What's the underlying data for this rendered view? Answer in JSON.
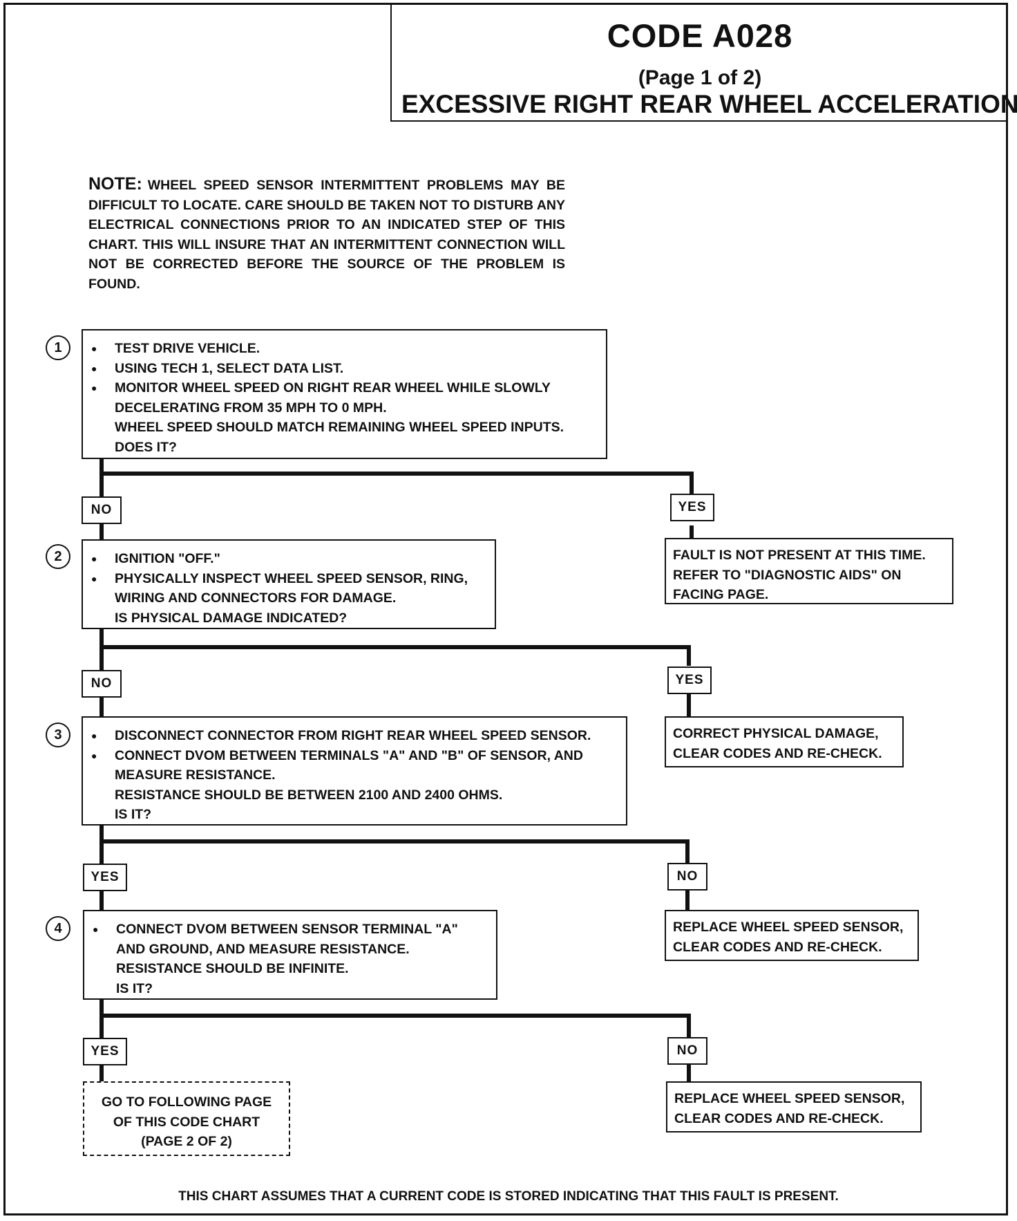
{
  "header": {
    "code": "CODE A028",
    "page": "(Page 1 of 2)",
    "title": "EXCESSIVE RIGHT REAR WHEEL ACCELERATION"
  },
  "note": {
    "label": "NOTE:",
    "text": "WHEEL SPEED SENSOR INTERMITTENT PROBLEMS MAY BE DIFFICULT TO LOCATE. CARE SHOULD BE TAKEN NOT TO DISTURB ANY ELECTRICAL CONNECTIONS PRIOR TO AN INDICATED STEP OF THIS CHART. THIS WILL INSURE THAT AN INTERMITTENT CONNECTION WILL NOT BE CORRECTED BEFORE THE SOURCE OF THE PROBLEM IS FOUND."
  },
  "steps": [
    {
      "number": "1",
      "bullets": [
        "TEST DRIVE VEHICLE.",
        "USING TECH 1, SELECT DATA LIST.",
        "MONITOR WHEEL SPEED ON RIGHT REAR WHEEL WHILE SLOWLY DECELERATING FROM 35 MPH TO 0 MPH."
      ],
      "question": [
        "WHEEL SPEED SHOULD MATCH REMAINING WHEEL SPEED INPUTS.",
        "DOES IT?"
      ],
      "left_branch": "NO",
      "right_branch": "YES",
      "right_result": [
        "FAULT IS NOT PRESENT AT THIS TIME.",
        "REFER TO \"DIAGNOSTIC AIDS\" ON",
        "FACING PAGE."
      ]
    },
    {
      "number": "2",
      "bullets": [
        "IGNITION \"OFF.\"",
        "PHYSICALLY INSPECT WHEEL SPEED SENSOR, RING, WIRING AND CONNECTORS FOR DAMAGE."
      ],
      "question": [
        "IS PHYSICAL DAMAGE INDICATED?"
      ],
      "left_branch": "NO",
      "right_branch": "YES",
      "right_result": [
        "CORRECT PHYSICAL DAMAGE,",
        "CLEAR CODES AND RE-CHECK."
      ]
    },
    {
      "number": "3",
      "bullets": [
        "DISCONNECT CONNECTOR FROM RIGHT REAR WHEEL SPEED SENSOR.",
        "CONNECT DVOM BETWEEN TERMINALS \"A\" AND \"B\" OF SENSOR, AND MEASURE RESISTANCE."
      ],
      "question": [
        "RESISTANCE SHOULD BE BETWEEN 2100 AND 2400 OHMS.",
        "IS IT?"
      ],
      "left_branch": "YES",
      "right_branch": "NO",
      "right_result": [
        "REPLACE WHEEL SPEED SENSOR,",
        "CLEAR CODES AND RE-CHECK."
      ]
    },
    {
      "number": "4",
      "bullets": [
        "CONNECT DVOM BETWEEN SENSOR TERMINAL \"A\" AND GROUND, AND MEASURE RESISTANCE."
      ],
      "question": [
        "RESISTANCE SHOULD BE INFINITE.",
        "IS IT?"
      ],
      "left_branch": "YES",
      "right_branch": "NO",
      "right_result": [
        "REPLACE WHEEL SPEED SENSOR,",
        "CLEAR CODES AND RE-CHECK."
      ],
      "left_result": [
        "GO TO FOLLOWING PAGE",
        "OF THIS CODE CHART",
        "(PAGE 2 OF 2)"
      ]
    }
  ],
  "footer": "THIS CHART ASSUMES THAT A CURRENT CODE IS STORED INDICATING THAT THIS FAULT IS  PRESENT."
}
